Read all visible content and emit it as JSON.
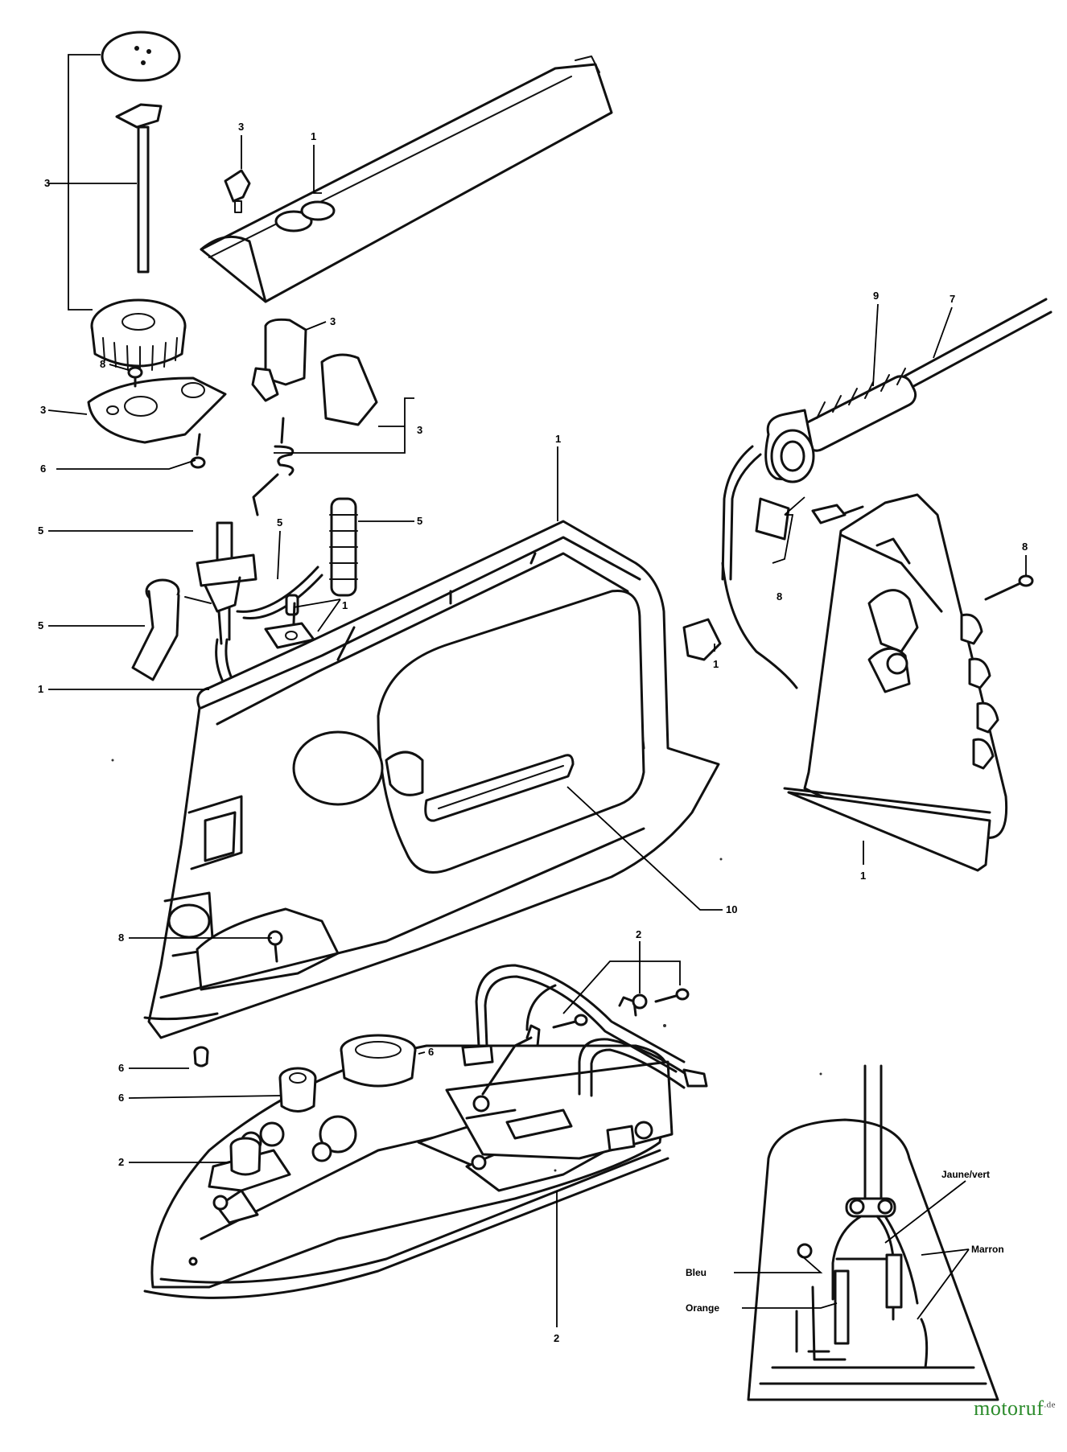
{
  "callouts": {
    "c01": "3",
    "c02": "1",
    "c03": "3",
    "c04": "8",
    "c05": "3",
    "c06": "6",
    "c07": "3",
    "c08": "3",
    "c09": "9",
    "c10": "7",
    "c11": "5",
    "c12": "5",
    "c13": "1",
    "c14": "5",
    "c15": "5",
    "c16": "1",
    "c17": "1",
    "c18": "8",
    "c19": "8",
    "c20": "1",
    "c21": "1",
    "c22": "10",
    "c23": "8",
    "c24": "2",
    "c25": "6",
    "c26": "6",
    "c27": "6",
    "c28": "2",
    "c29": "2"
  },
  "wires": {
    "jaune_vert": "Jaune/vert",
    "marron": "Marron",
    "bleu": "Bleu",
    "orange": "Orange"
  },
  "brand": {
    "name": "motoruf",
    "tld": ".de",
    "colors": [
      "#e02020",
      "#2a7fd4",
      "#f0a000",
      "#2a8a2a"
    ]
  }
}
